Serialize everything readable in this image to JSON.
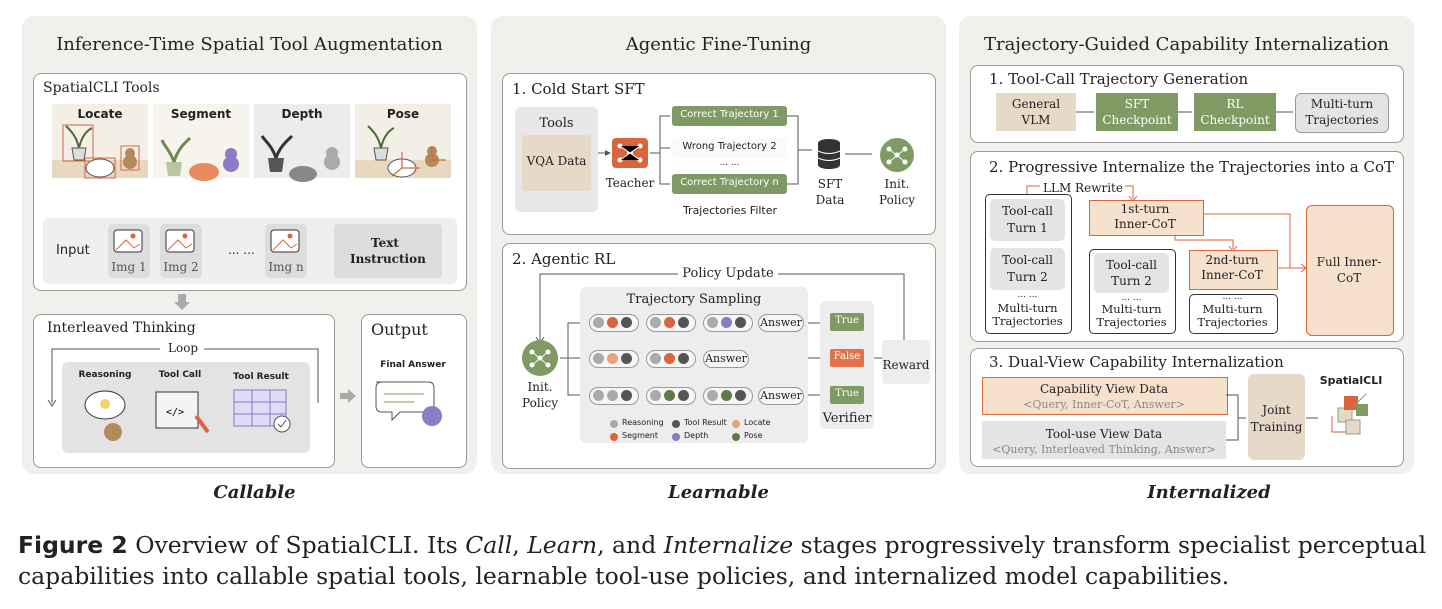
{
  "panel1": {
    "title": "Inference-Time Spatial Tool Augmentation",
    "tools_title": "SpatialCLI Tools",
    "tools": [
      "Locate",
      "Segment",
      "Depth",
      "Pose"
    ],
    "input_label": "Input",
    "images": [
      "Img 1",
      "Img 2",
      "Img n"
    ],
    "ellipsis": "... ...",
    "text_instruction": "Text Instruction",
    "thinking_title": "Interleaved Thinking",
    "loop": "Loop",
    "steps": [
      "Reasoning",
      "Tool Call",
      "Tool Result"
    ],
    "output_title": "Output",
    "final_answer": "Final Answer",
    "footer": "Callable"
  },
  "panel2": {
    "title": "Agentic Fine-Tuning",
    "sft_title": "1. Cold Start SFT",
    "tools": "Tools",
    "vqa": "VQA Data",
    "teacher": "Teacher",
    "traj": [
      "Correct Trajectory 1",
      "Wrong Trajectory 2",
      "... ...",
      "Correct Trajectory n"
    ],
    "filter": "Trajectories Filter",
    "sft_data": "SFT Data",
    "init_policy": "Init. Policy",
    "rl_title": "2. Agentic RL",
    "policy_update": "Policy Update",
    "traj_sampling": "Trajectory Sampling",
    "answer": "Answer",
    "verdicts": [
      "True",
      "False",
      "True"
    ],
    "verifier": "Verifier",
    "reward": "Reward",
    "rl_init_policy": "Init. Policy",
    "legend": [
      "Reasoning",
      "Tool Result",
      "Locate",
      "Segment",
      "Depth",
      "Pose"
    ],
    "footer": "Learnable"
  },
  "panel3": {
    "title": "Trajectory-Guided Capability Internalization",
    "s1_title": "1. Tool-Call Trajectory Generation",
    "s1_boxes": [
      "General VLM",
      "SFT Checkpoint",
      "RL Checkpoint",
      "Multi-turn Trajectories"
    ],
    "s2_title": "2. Progressive Internalize the Trajectories into a CoT",
    "llm_rewrite": "LLM Rewrite",
    "turn1": "Tool-call Turn 1",
    "turn2": "Tool-call Turn 2",
    "first_cot": "1st-turn Inner-CoT",
    "second_cot": "2nd-turn Inner-CoT",
    "multi_turn": "Multi-turn Trajectories",
    "dots": "... ...",
    "full_cot": "Full Inner-CoT",
    "s3_title": "3. Dual-View Capability Internalization",
    "cap_view": "Capability View Data",
    "cap_view_sub": "<Query, Inner-CoT, Answer>",
    "tool_view": "Tool-use View Data",
    "tool_view_sub": "<Query, Interleaved Thinking, Answer>",
    "joint": "Joint Training",
    "spatialcli": "SpatialCLI",
    "footer": "Internalized"
  },
  "caption": {
    "label": "Figure 2",
    "prefix": "Overview of SpatialCLI. Its ",
    "call": "Call",
    "comma": ", ",
    "learn": "Learn",
    "and": ", and ",
    "internalize": "Internalize",
    "rest": " stages progressively transform specialist perceptual capabilities into callable spatial tools, learnable tool-use policies, and internalized model capabilities."
  },
  "colors": {
    "green": "#7f9a62",
    "orange": "#d9653f",
    "tan": "#e6d9c8",
    "panel": "#f1f0ec"
  }
}
